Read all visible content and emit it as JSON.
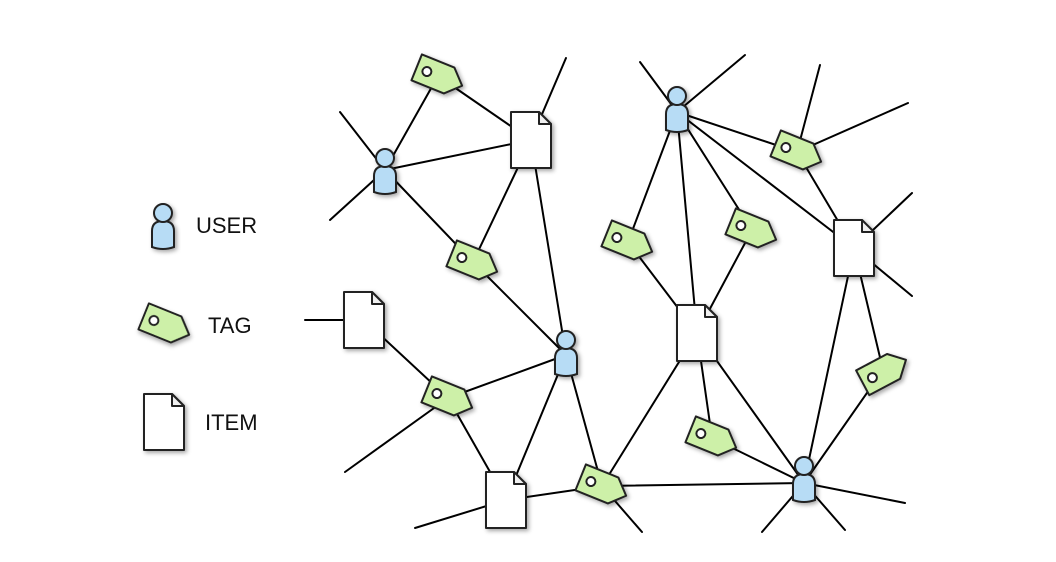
{
  "legend": {
    "user_label": "USER",
    "tag_label": "TAG",
    "item_label": "ITEM"
  },
  "colors": {
    "user_fill": "#b7dcf5",
    "tag_fill": "#cdf0a8",
    "item_fill": "#ffffff",
    "edge": "#000000"
  },
  "node_types": [
    "user",
    "tag",
    "item"
  ]
}
